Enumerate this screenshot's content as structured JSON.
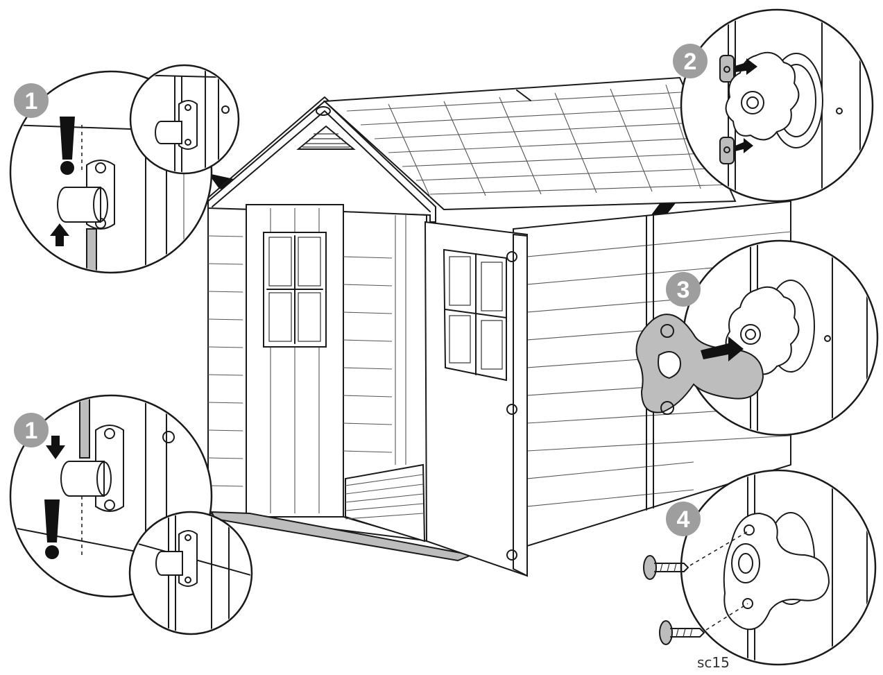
{
  "figure_ref": "sc15",
  "steps": [
    {
      "id": "step-1-top",
      "label": "1"
    },
    {
      "id": "step-2",
      "label": "2"
    },
    {
      "id": "step-3",
      "label": "3"
    },
    {
      "id": "step-1-bottom",
      "label": "1"
    },
    {
      "id": "step-4",
      "label": "4"
    }
  ],
  "colors": {
    "line": "#1a1a1a",
    "badge": "#9e9e9e",
    "part_fill": "#bdbdbd",
    "background": "#ffffff"
  },
  "icons": [
    "exclamation-icon",
    "up-arrow-icon",
    "down-arrow-icon",
    "right-arrow-icon",
    "screw-icon"
  ]
}
